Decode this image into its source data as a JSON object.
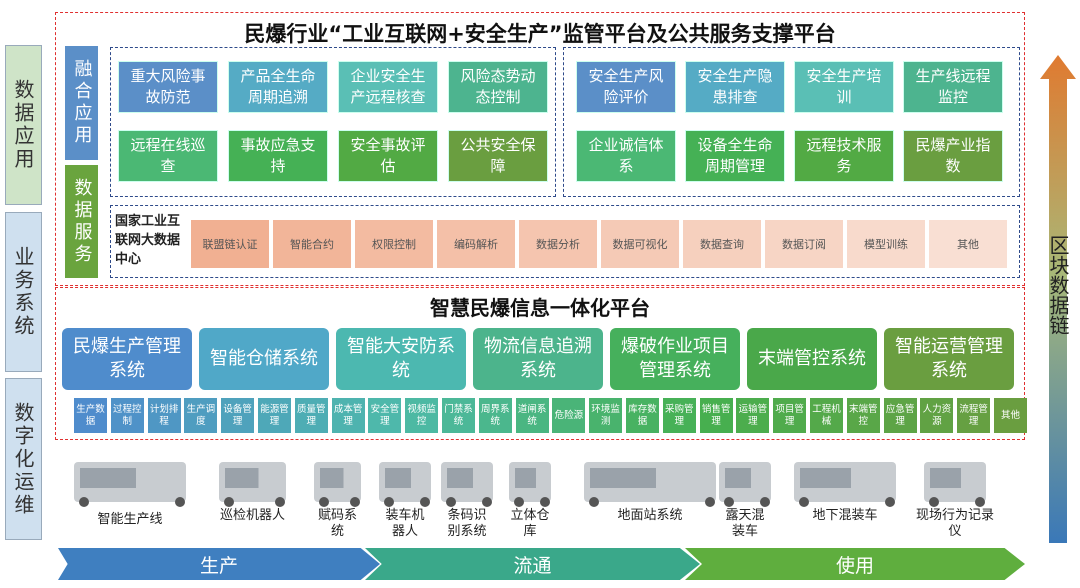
{
  "side_labels": [
    "数据应用",
    "业务系统",
    "数字化运维"
  ],
  "chain_label": "区块数据链",
  "top": {
    "title": "民爆行业“工业互联网+安全生产”监管平台及公共服务支撑平台",
    "fusion_label": "融合应用",
    "data_service_label": "数据服务",
    "left_row1": [
      "重大风险事故防范",
      "产品全生命周期追溯",
      "企业安全生产远程核查",
      "风险态势动态控制"
    ],
    "left_row2": [
      "远程在线巡查",
      "事故应急支持",
      "安全事故评估",
      "公共安全保障"
    ],
    "right_row1": [
      "安全生产风险评价",
      "安全生产隐患排查",
      "安全生产培训",
      "生产线远程监控"
    ],
    "right_row2": [
      "企业诚信体系",
      "设备全生命周期管理",
      "远程技术服务",
      "民爆产业指数"
    ],
    "datacenter_label": "国家工业互联网大数据中心",
    "services": [
      "联盟链认证",
      "智能合约",
      "权限控制",
      "编码解析",
      "数据分析",
      "数据可视化",
      "数据查询",
      "数据订阅",
      "模型训练",
      "其他"
    ]
  },
  "platform": {
    "title": "智慧民爆信息一体化平台",
    "systems": [
      "民爆生产管理系统",
      "智能仓储系统",
      "智能大安防系统",
      "物流信息追溯系统",
      "爆破作业项目管理系统",
      "末端管控系统",
      "智能运营管理系统"
    ],
    "modules": [
      "生产数据",
      "过程控制",
      "计划排程",
      "生产调度",
      "设备管理",
      "能源管理",
      "质量管理",
      "成本管理",
      "安全管理",
      "视频监控",
      "门禁系统",
      "周界系统",
      "道闸系统",
      "危险源",
      "环境监测",
      "库存数据",
      "采购管理",
      "销售管理",
      "运输管理",
      "项目管理",
      "工程机械",
      "末端管控",
      "应急管理",
      "人力资源",
      "流程管理",
      "其他"
    ]
  },
  "equipment": [
    "智能生产线",
    "巡检机器人",
    "赋码系统",
    "装车机器人",
    "条码识别系统",
    "立体仓库",
    "地面站系统",
    "露天混装车",
    "地下混装车",
    "现场行为记录仪"
  ],
  "stages": [
    "生产",
    "流通",
    "使用"
  ],
  "colors": {
    "red_dash": "#e03030",
    "blue_dash": "#2e4a8a"
  }
}
